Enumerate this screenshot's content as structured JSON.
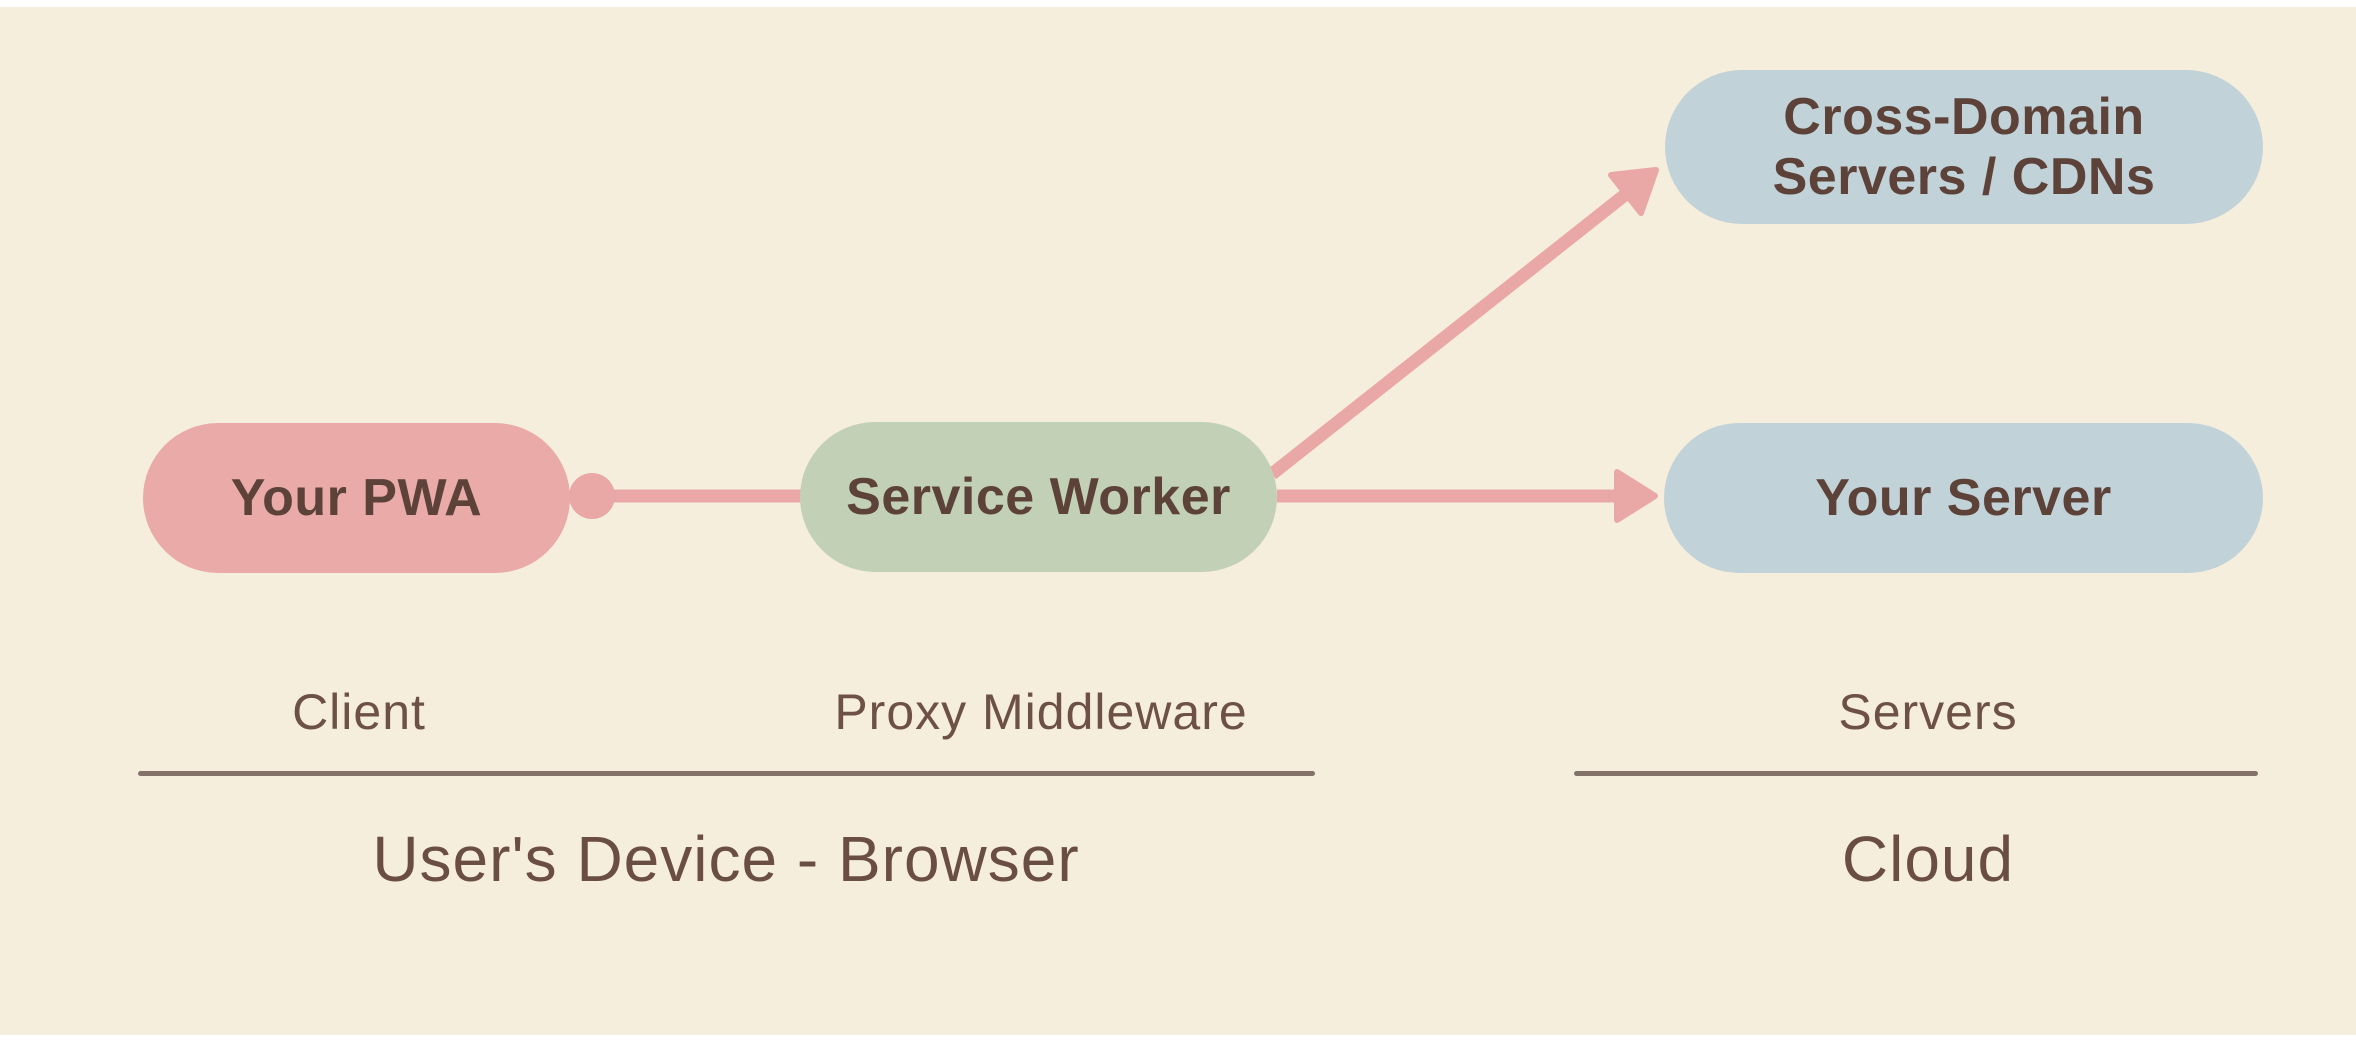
{
  "colors": {
    "background": "#f6eedd",
    "edge_strip": "#ffffff",
    "pwa_fill": "#e9aaa8",
    "service_worker_fill": "#c2d1b6",
    "server_fill": "#c1d2d8",
    "connector": "#e9a8a6",
    "node_text": "#5d4239",
    "role_label_text": "#6d5146",
    "group_title_text": "#6b4e43",
    "rule": "#83726a"
  },
  "nodes": {
    "pwa": {
      "label": "Your PWA"
    },
    "service_worker": {
      "label": "Service Worker"
    },
    "cross_domain": {
      "label_line1": "Cross-Domain",
      "label_line2": "Servers / CDNs"
    },
    "your_server": {
      "label": "Your Server"
    }
  },
  "edges": [
    {
      "from": "Your PWA",
      "to": "Service Worker",
      "style": "line with dot at source, no arrowhead"
    },
    {
      "from": "Service Worker",
      "to": "Cross-Domain Servers / CDNs",
      "style": "diagonal arrow"
    },
    {
      "from": "Service Worker",
      "to": "Your Server",
      "style": "horizontal arrow"
    }
  ],
  "role_labels": {
    "client": "Client",
    "proxy": "Proxy Middleware",
    "servers": "Servers"
  },
  "group_titles": {
    "left": "User's Device - Browser",
    "right": "Cloud"
  }
}
